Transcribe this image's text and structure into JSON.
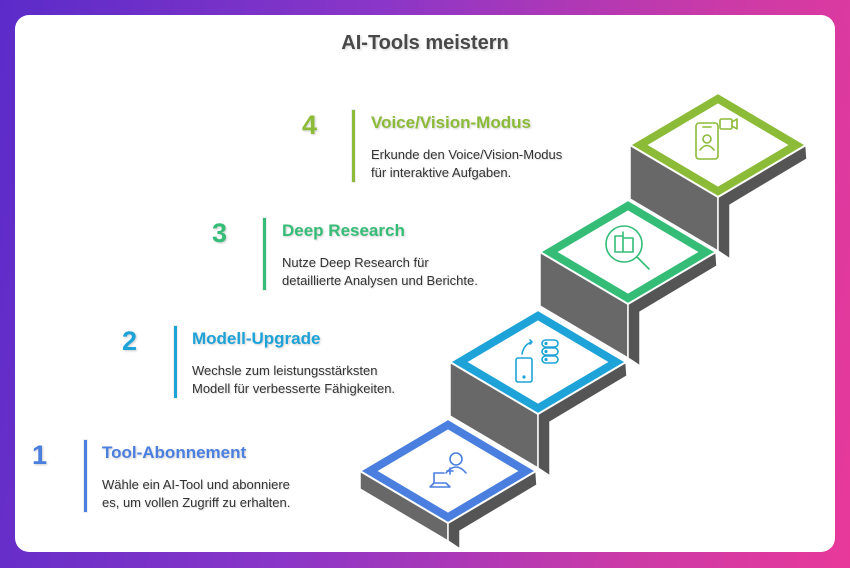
{
  "title": "AI-Tools meistern",
  "steps": [
    {
      "number": "1",
      "title": "Tool-Abonnement",
      "lines": [
        "Wähle ein AI-Tool und abonniere",
        "es, um vollen Zugriff zu erhalten."
      ],
      "color": "#4a7fe0",
      "icon": "user-add-laptop-icon"
    },
    {
      "number": "2",
      "title": "Modell-Upgrade",
      "lines": [
        "Wechsle zum leistungsstärksten",
        "Modell für verbesserte Fähigkeiten."
      ],
      "color": "#1ea3d8",
      "icon": "phone-server-sync-icon"
    },
    {
      "number": "3",
      "title": "Deep Research",
      "lines": [
        "Nutze Deep Research für",
        "detaillierte Analysen und Berichte."
      ],
      "color": "#35bd78",
      "icon": "magnifier-research-icon"
    },
    {
      "number": "4",
      "title": "Voice/Vision-Modus",
      "lines": [
        "Erkunde den Voice/Vision-Modus",
        "für interaktive Aufgaben."
      ],
      "color": "#8cbb38",
      "icon": "phone-video-call-icon"
    }
  ],
  "colors": {
    "riser": "#686868",
    "riser_dark": "#555555"
  }
}
